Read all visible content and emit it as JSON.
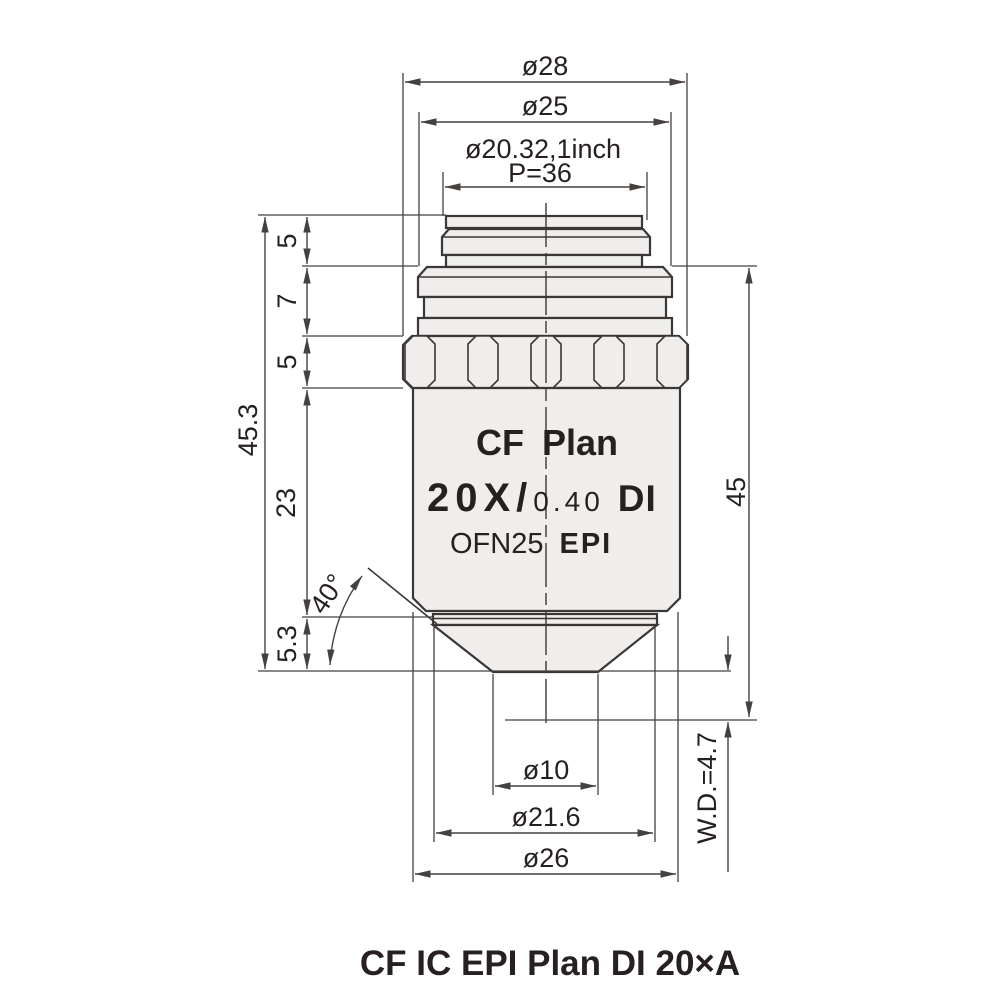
{
  "drawing_title": "CF IC EPI Plan DI 20×A",
  "lens_engraving": {
    "line1": "CF Plan",
    "magnification": "20X/",
    "numerical_aperture": "0.40",
    "di": "DI",
    "glass_code": "OFN25",
    "illumination": "EPI"
  },
  "dimensions": {
    "top": {
      "outer_diameter": "ø28",
      "shoulder_diameter": "ø25",
      "thread_diameter": "ø20.32,1inch",
      "thread_pitch": "P=36"
    },
    "left": {
      "segment_thread": "5",
      "segment_collar": "7",
      "segment_ring": "5",
      "segment_body": "23",
      "segment_cone": "5.3",
      "overall_length": "45.3"
    },
    "right": {
      "parfocal_distance": "45",
      "working_distance": "W.D.=4.7"
    },
    "bottom": {
      "tip_diameter": "ø10",
      "flange_diameter": "ø21.6",
      "body_diameter": "ø26"
    },
    "cone_angle": "40°"
  },
  "colors": {
    "outline": "#3a3736",
    "dim_line": "#45413f",
    "fill": "#efeeec",
    "text": "#262120",
    "background": "#ffffff"
  }
}
